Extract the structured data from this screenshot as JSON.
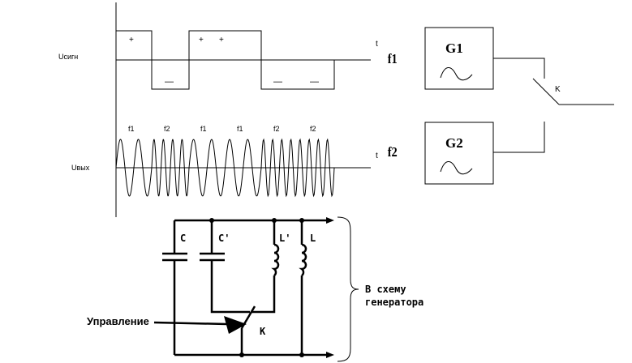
{
  "timing": {
    "signal_label": "Uсигн",
    "output_label": "Uвых",
    "t_axis_label": "t",
    "plus": "+",
    "minus": "—",
    "freq_labels": [
      "f1",
      "f2",
      "f1",
      "f1",
      "f2",
      "f2"
    ],
    "f1_marker": "f1",
    "f2_marker": "f2"
  },
  "generators": {
    "g1_label": "G1",
    "g2_label": "G2",
    "switch_label": "K"
  },
  "circuit": {
    "c_label": "C",
    "c_prime_label": "C'",
    "l_prime_label": "L'",
    "l_label": "L",
    "control_label": "Управление",
    "key_label": "K",
    "to_generator_line1": "В схему",
    "to_generator_line2": "генератора"
  }
}
